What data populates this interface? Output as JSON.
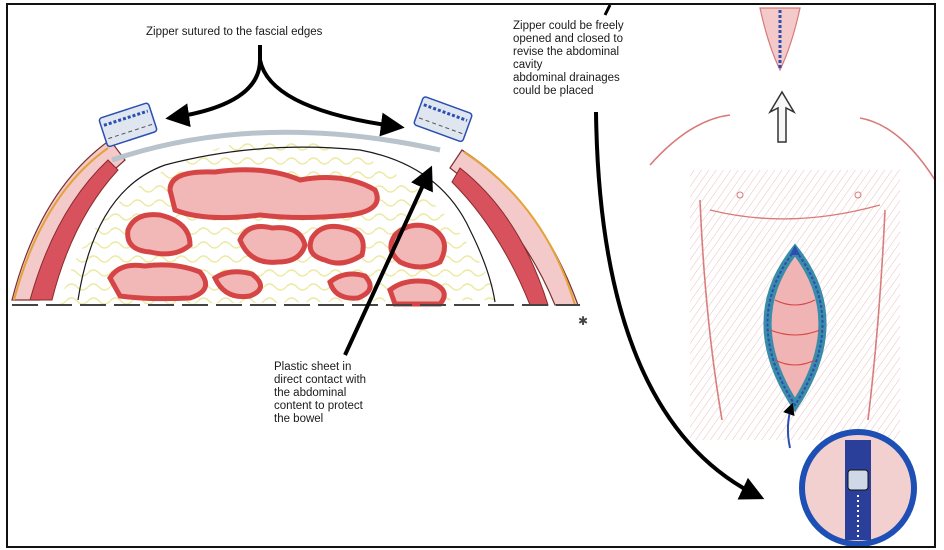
{
  "labels": {
    "zipper_sutured": "Zipper sutured to the fascial edges",
    "plastic_sheet": "Plastic sheet in\ndirect contact with\nthe abdominal\ncontent to protect\nthe bowel",
    "zipper_open": "Zipper could be freely\nopened and closed to\nrevise the abdominal\ncavity\nabdominal drainages\ncould be placed"
  },
  "colors": {
    "bowel_fill": "#f2b8b8",
    "bowel_edge": "#d64545",
    "fat_lines": "#ece9a0",
    "muscle": "#d8525e",
    "zipper_blue": "#2a4fb0",
    "skin_outline": "#d97a7a",
    "arrow": "#000000"
  }
}
